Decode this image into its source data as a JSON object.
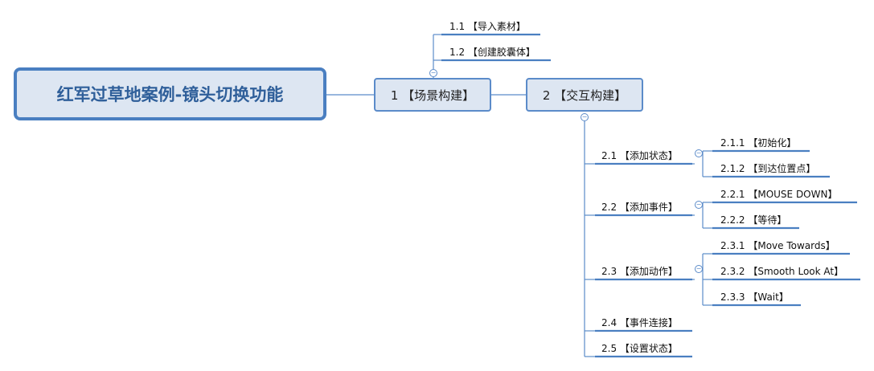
{
  "root": {
    "label": "红军过草地案例-镜头切换功能"
  },
  "main": [
    {
      "label": "1 【场景构建】"
    },
    {
      "label": "2 【交互构建】"
    }
  ],
  "scene_children": [
    {
      "label": "1.1 【导入素材】"
    },
    {
      "label": "1.2 【创建胶囊体】"
    }
  ],
  "interaction_children": [
    {
      "label": "2.1 【添加状态】"
    },
    {
      "label": "2.2 【添加事件】"
    },
    {
      "label": "2.3 【添加动作】"
    },
    {
      "label": "2.4 【事件连接】"
    },
    {
      "label": "2.5 【设置状态】"
    }
  ],
  "state_children": [
    {
      "label": "2.1.1 【初始化】"
    },
    {
      "label": "2.1.2 【到达位置点】"
    }
  ],
  "event_children": [
    {
      "label": "2.2.1 【MOUSE DOWN】"
    },
    {
      "label": "2.2.2 【等待】"
    }
  ],
  "action_children": [
    {
      "label": "2.3.1 【Move Towards】"
    },
    {
      "label": "2.3.2 【Smooth Look At】"
    },
    {
      "label": "2.3.3 【Wait】"
    }
  ]
}
